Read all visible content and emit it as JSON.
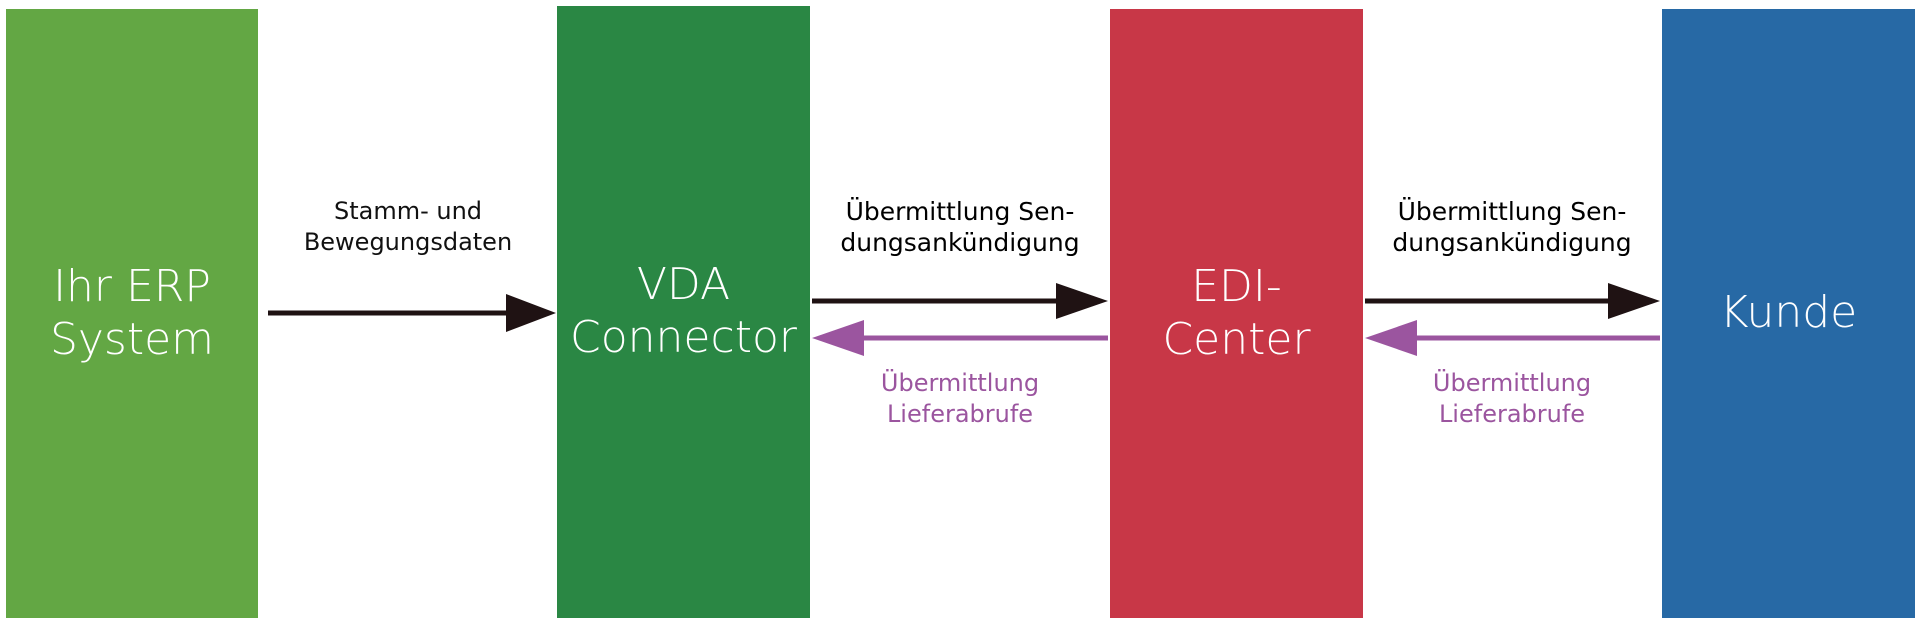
{
  "colors": {
    "erp": "#63a744",
    "vda": "#2a8744",
    "edi": "#c83747",
    "kunde": "#2769a5",
    "arrow_dark": "#1f1213",
    "arrow_purple": "#9b559f"
  },
  "boxes": {
    "erp": {
      "line1": "Ihr ERP",
      "line2": "System"
    },
    "vda": {
      "line1": "VDA",
      "line2": "Connector"
    },
    "edi": {
      "line1": "EDI-",
      "line2": "Center"
    },
    "kunde": {
      "line1": "Kunde"
    }
  },
  "labels": {
    "erp_to_vda": {
      "line1": "Stamm- und",
      "line2": "Bewegungsdaten"
    },
    "vda_to_edi": {
      "line1": "Übermittlung Sen-",
      "line2": "dungsankündigung"
    },
    "edi_to_vda": {
      "line1": "Übermittlung",
      "line2": "Lieferabrufe"
    },
    "edi_to_kunde": {
      "line1": "Übermittlung Sen-",
      "line2": "dungsankündigung"
    },
    "kunde_to_edi": {
      "line1": "Übermittlung",
      "line2": "Lieferabrufe"
    }
  }
}
